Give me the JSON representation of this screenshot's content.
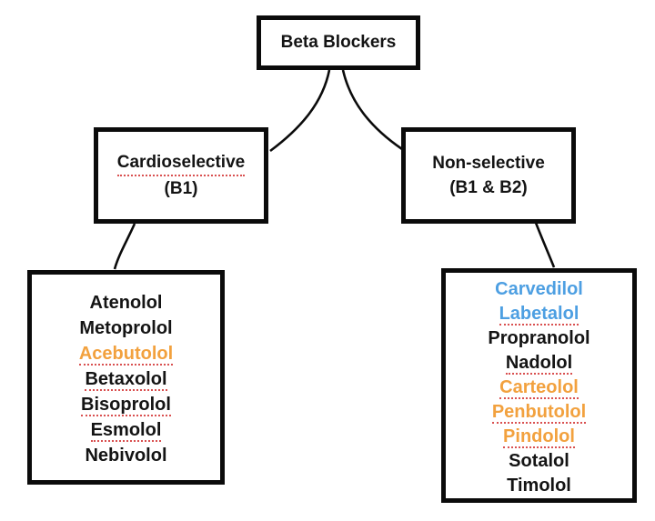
{
  "diagram": {
    "root": {
      "label": "Beta Blockers"
    },
    "branches": [
      {
        "title": "Cardioselective",
        "subtitle": "(B1)",
        "title_underline": true
      },
      {
        "title": "Non-selective",
        "subtitle": "(B1 & B2)",
        "title_underline": false
      }
    ],
    "lists": [
      {
        "drugs": [
          {
            "name": "Atenolol",
            "color": "black",
            "underline": false
          },
          {
            "name": "Metoprolol",
            "color": "black",
            "underline": false
          },
          {
            "name": "Acebutolol",
            "color": "orange",
            "underline": true
          },
          {
            "name": "Betaxolol",
            "color": "black",
            "underline": true
          },
          {
            "name": "Bisoprolol",
            "color": "black",
            "underline": true
          },
          {
            "name": "Esmolol",
            "color": "black",
            "underline": true
          },
          {
            "name": "Nebivolol",
            "color": "black",
            "underline": false
          }
        ]
      },
      {
        "drugs": [
          {
            "name": "Carvedilol",
            "color": "blue",
            "underline": false
          },
          {
            "name": "Labetalol",
            "color": "blue",
            "underline": true
          },
          {
            "name": "Propranolol",
            "color": "black",
            "underline": false
          },
          {
            "name": "Nadolol",
            "color": "black",
            "underline": true
          },
          {
            "name": "Carteolol",
            "color": "orange",
            "underline": true
          },
          {
            "name": "Penbutolol",
            "color": "orange",
            "underline": true
          },
          {
            "name": "Pindolol",
            "color": "orange",
            "underline": true
          },
          {
            "name": "Sotalol",
            "color": "black",
            "underline": false
          },
          {
            "name": "Timolol",
            "color": "black",
            "underline": false
          }
        ]
      }
    ],
    "colors": {
      "black": "#141414",
      "orange": "#f2a13e",
      "blue": "#4d9fe2",
      "underline_red": "#d95050",
      "border": "#0b0b0b"
    }
  }
}
